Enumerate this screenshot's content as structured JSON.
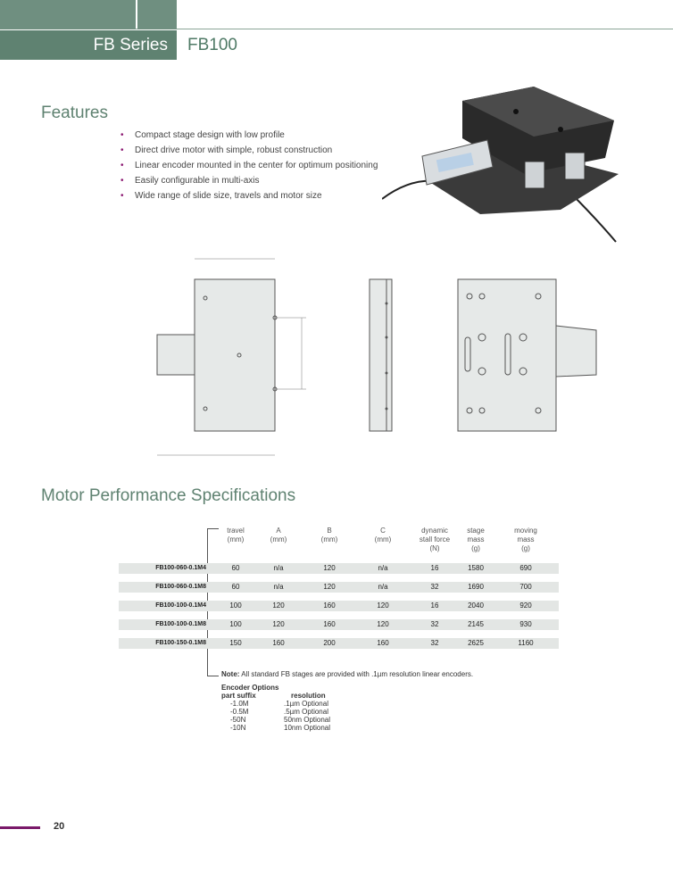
{
  "header": {
    "series": "FB Series",
    "model": "FB100"
  },
  "features": {
    "title": "Features",
    "items": [
      "Compact stage design with low profile",
      "Direct drive motor with simple, robust construction",
      "Linear encoder mounted in the center for optimum positioning",
      "Easily configurable in multi-axis",
      "Wide range of slide size, travels and motor size"
    ]
  },
  "spec": {
    "title": "Motor Performance Specifications",
    "columns": [
      "travel\n(mm)",
      "A\n(mm)",
      "B\n(mm)",
      "C\n(mm)",
      "dynamic\nstall force\n(N)",
      "stage\nmass\n(g)",
      "moving\nmass\n(g)"
    ],
    "rows": [
      {
        "part": "FB100-060-0.1M4",
        "travel": "60",
        "a": "n/a",
        "b": "120",
        "c": "n/a",
        "force": "16",
        "stage_mass": "1580",
        "moving_mass": "690"
      },
      {
        "part": "FB100-060-0.1M8",
        "travel": "60",
        "a": "n/a",
        "b": "120",
        "c": "n/a",
        "force": "32",
        "stage_mass": "1690",
        "moving_mass": "700"
      },
      {
        "part": "FB100-100-0.1M4",
        "travel": "100",
        "a": "120",
        "b": "160",
        "c": "120",
        "force": "16",
        "stage_mass": "2040",
        "moving_mass": "920"
      },
      {
        "part": "FB100-100-0.1M8",
        "travel": "100",
        "a": "120",
        "b": "160",
        "c": "120",
        "force": "32",
        "stage_mass": "2145",
        "moving_mass": "930"
      },
      {
        "part": "FB100-150-0.1M8",
        "travel": "150",
        "a": "160",
        "b": "200",
        "c": "160",
        "force": "32",
        "stage_mass": "2625",
        "moving_mass": "1160"
      }
    ]
  },
  "note": {
    "label": "Note:",
    "text": "All standard FB stages are provided with .1µm resolution linear encoders."
  },
  "encoder": {
    "title": "Encoder Options",
    "col1": "part suffix",
    "col2": "resolution",
    "options": [
      {
        "suffix": "-1.0M",
        "res": ".1µm Optional"
      },
      {
        "suffix": "-0.5M",
        "res": ".5µm Optional"
      },
      {
        "suffix": "-50N",
        "res": "50nm Optional"
      },
      {
        "suffix": "-10N",
        "res": "10nm Optional"
      }
    ]
  },
  "page_number": "20",
  "colors": {
    "brand_green": "#5f8271",
    "bullet": "#8c1a72",
    "row_bg": "#e3e6e4"
  }
}
